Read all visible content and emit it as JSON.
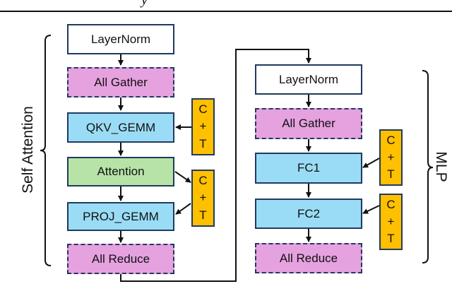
{
  "header_fragment": "y",
  "self_attention": {
    "label": "Self Attention",
    "layernorm": "LayerNorm",
    "all_gather": "All Gather",
    "qkv_gemm": "QKV_GEMM",
    "attention": "Attention",
    "proj_gemm": "PROJ_GEMM",
    "all_reduce": "All Reduce"
  },
  "mlp": {
    "label": "MLP",
    "layernorm": "LayerNorm",
    "all_gather": "All Gather",
    "fc1": "FC1",
    "fc2": "FC2",
    "all_reduce": "All Reduce"
  },
  "ct_badge": {
    "c": "C",
    "plus": "+",
    "t": "T"
  },
  "colors": {
    "border": "#1f3a5f",
    "comm": "#e6a1df",
    "gemm": "#9adcf5",
    "attention": "#b7e4a6",
    "ct": "#ffc000"
  }
}
